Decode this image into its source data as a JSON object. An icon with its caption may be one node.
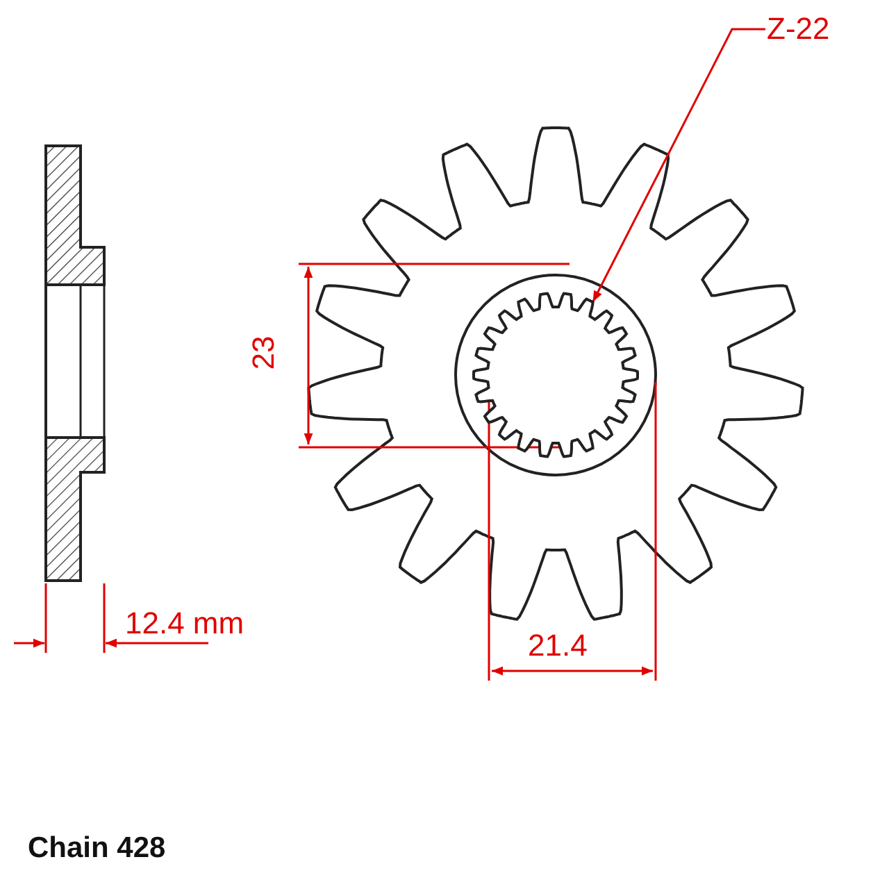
{
  "diagram": {
    "nodes": [
      {
        "text": [
          "Z-22"
        ]
      },
      {
        "text": [],
        "shape": "picture"
      }
    ],
    "edges": [
      {
        "from": 0,
        "to": 1,
        "arrow": "to"
      }
    ],
    "labels": [
      "23",
      "12.4 mm",
      "21.4",
      "Chain 428"
    ]
  }
}
